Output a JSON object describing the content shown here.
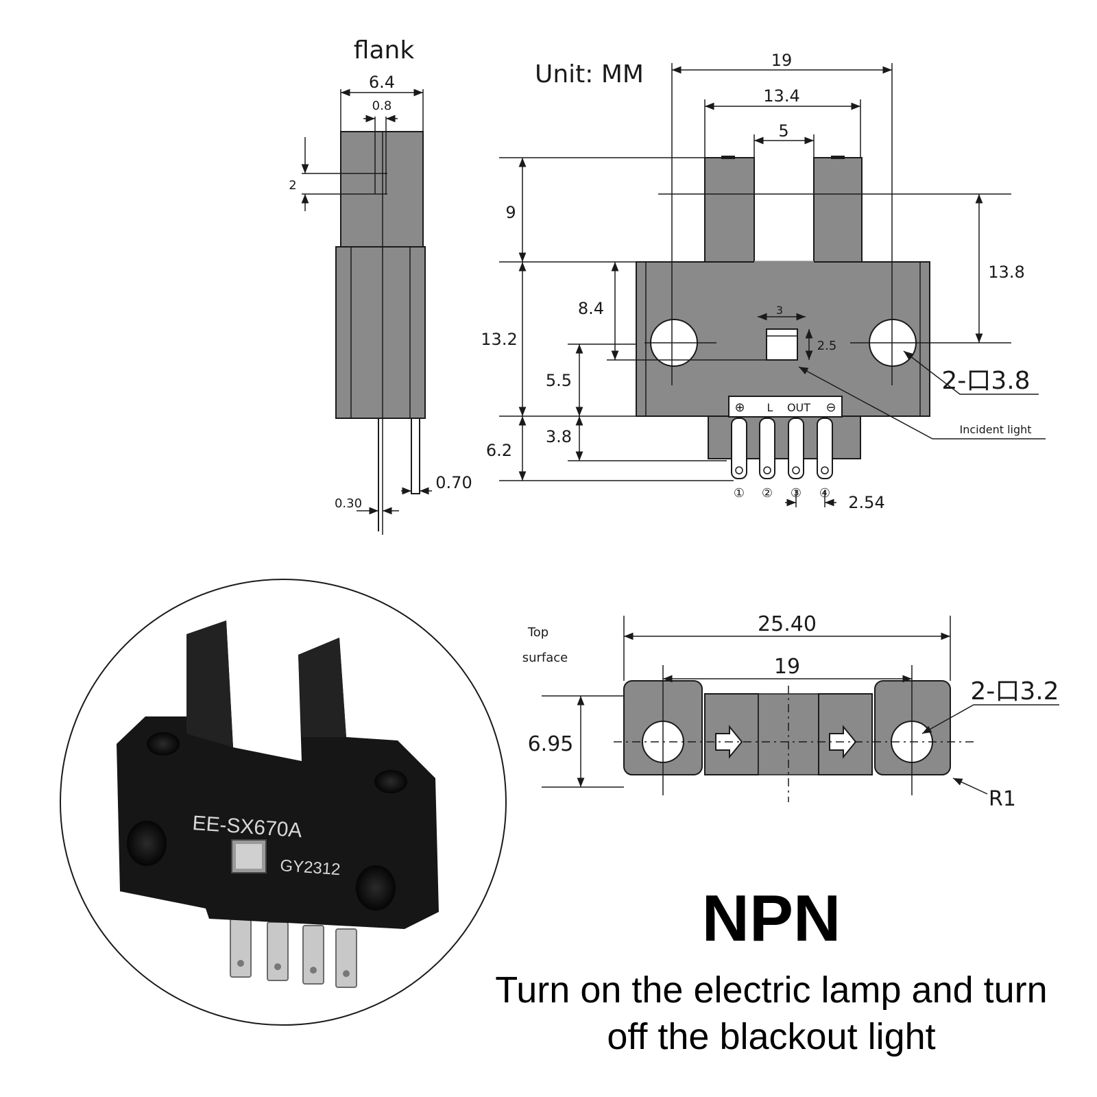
{
  "labels": {
    "flank": "flank",
    "unit": "Unit: MM",
    "incident_light": "Incident light",
    "top_surface_1": "Top",
    "top_surface_2": "surface",
    "hole_front": "2-口3.8",
    "hole_top": "2-口3.2",
    "radius": "R1",
    "pin_plus": "⊕",
    "pin_l": "L",
    "pin_out": "OUT",
    "pin_minus": "⊖",
    "pin_1": "①",
    "pin_2": "②",
    "pin_3": "③",
    "pin_4": "④",
    "photo_model": "EE-SX670A",
    "photo_code": "GY2312"
  },
  "dims": {
    "flank_width": "6.4",
    "flank_slot": "0.8",
    "flank_depth": "2",
    "flank_pin_thin": "0.30",
    "flank_pin_thick": "0.70",
    "front_total_width": "19",
    "front_body_width": "13.4",
    "front_slot_width": "5",
    "front_arm_height": "9",
    "front_body_height": "13.2",
    "front_hole_offset": "8.4",
    "front_lens_height": "5.5",
    "front_pin_length": "6.2",
    "front_pin_base": "3.8",
    "front_hole_height": "13.8",
    "front_lens_width": "3",
    "front_lens_gap": "2.5",
    "front_pin_pitch": "2.54",
    "top_total_width": "25.40",
    "top_hole_spacing": "19",
    "top_depth": "6.95"
  },
  "text": {
    "type": "NPN",
    "description_line1": "Turn on the electric lamp and turn",
    "description_line2": "off the blackout light"
  },
  "colors": {
    "body_gray": "#8a8a8a",
    "line": "#1a1a1a",
    "sensor_black": "#161616"
  }
}
